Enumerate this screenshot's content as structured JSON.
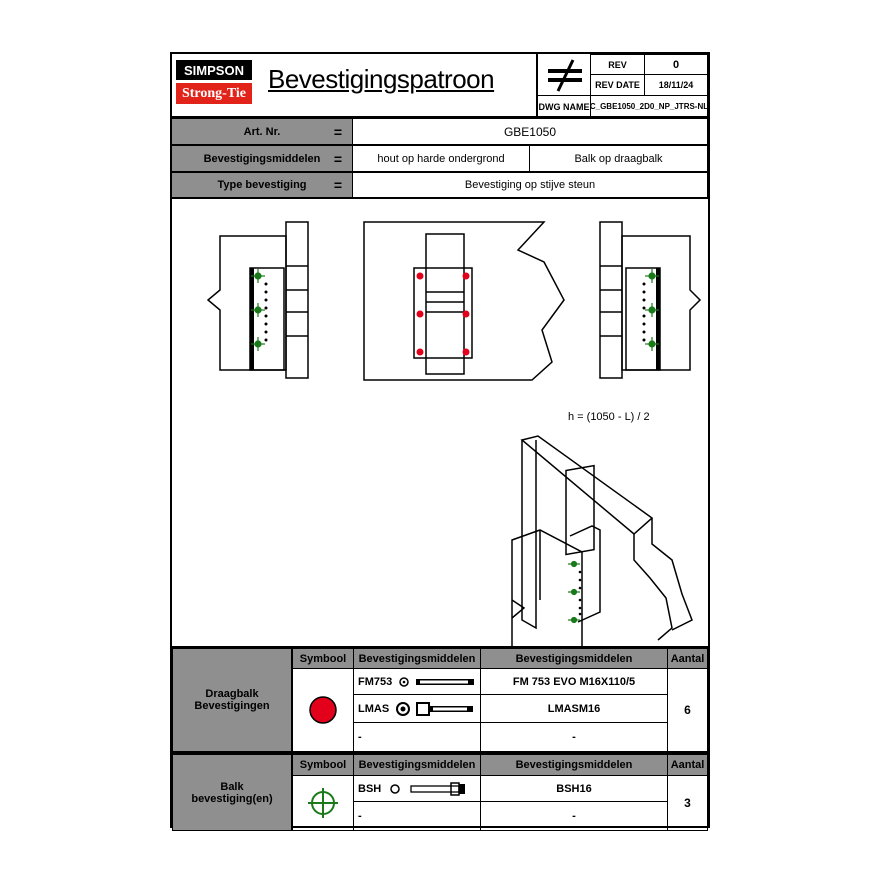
{
  "header": {
    "logo_top": "SIMPSON",
    "logo_bottom": "Strong-Tie",
    "title": "Bevestigingspatroon",
    "rev_label": "REV",
    "rev_value": "0",
    "rev_date_label": "REV DATE",
    "rev_date_value": "18/11/24",
    "dwg_name_label": "DWG NAME",
    "dwg_name_value": "C_GBE1050_2D0_NP_JTRS-NL"
  },
  "spec": {
    "art_nr_label": "Art. Nr.",
    "art_nr_value": "GBE1050",
    "middelen_label": "Bevestigingsmiddelen",
    "middelen_value_1": "hout op harde ondergrond",
    "middelen_value_2": "Balk op draagbalk",
    "type_label": "Type bevestiging",
    "type_value": "Bevestiging op stijve steun",
    "equals": "="
  },
  "drawing": {
    "formula": "h = (1050 - L) / 2"
  },
  "table1": {
    "group_label_line1": "Draagbalk",
    "group_label_line2": "Bevestigingen",
    "col_symbool": "Symbool",
    "col_middelen": "Bevestigingsmiddelen",
    "col_middelen2": "Bevestigingsmiddelen",
    "col_aantal": "Aantal",
    "row1_code": "FM753",
    "row1_name": "FM 753 EVO M16X110/5",
    "row2_code": "LMAS",
    "row2_name": "LMASM16",
    "row3_code": "-",
    "row3_name": "-",
    "aantal": "6",
    "symbol_color": "#e2001a"
  },
  "table2": {
    "group_label_line1": "Balk",
    "group_label_line2": "bevestiging(en)",
    "col_symbool": "Symbool",
    "col_middelen": "Bevestigingsmiddelen",
    "col_middelen2": "Bevestigingsmiddelen",
    "col_aantal": "Aantal",
    "row1_code": "BSH",
    "row1_name": "BSH16",
    "row2_code": "-",
    "row2_name": "-",
    "aantal": "3",
    "symbol_color": "#1a7a1a"
  }
}
